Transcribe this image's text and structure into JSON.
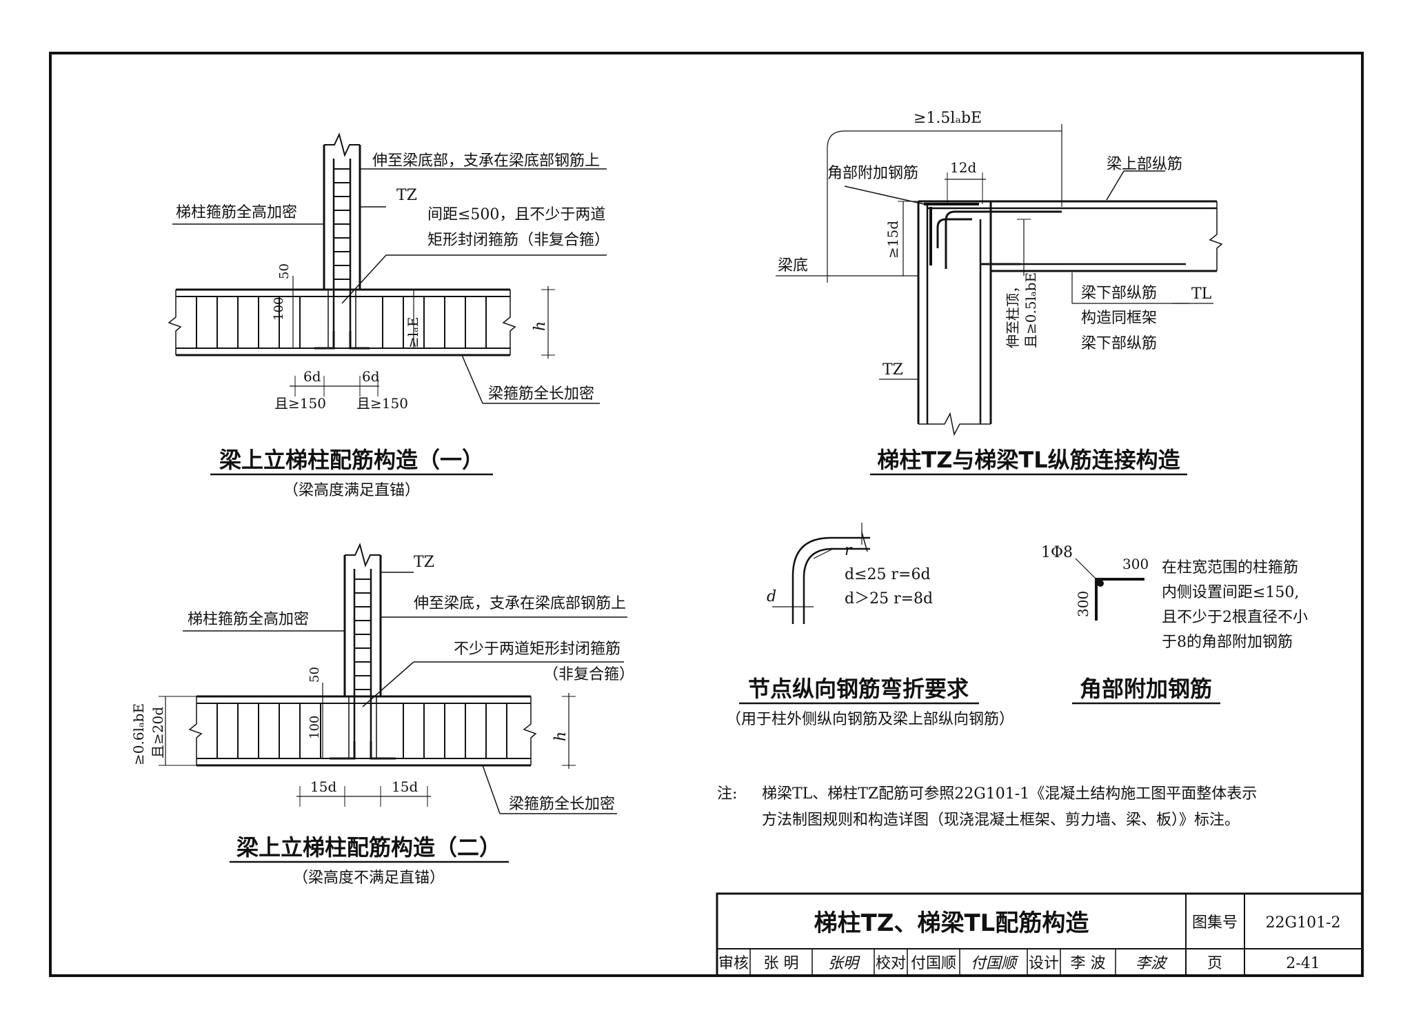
{
  "d1": {
    "title": "梁上立梯柱配筋构造（一）",
    "subtitle": "（梁高度满足直锚）",
    "labels": {
      "stirrup_dense": "梯柱箍筋全高加密",
      "extend": "伸至梁底部，支承在梁底部钢筋上",
      "tz": "TZ",
      "spacing1": "间距≤500，且不少于两道",
      "spacing2": "矩形封闭箍筋（非复合箍）",
      "d50": "50",
      "d100": "100",
      "lae": "≥lₐE",
      "h": "h",
      "six_d_left": "6d",
      "six_d_right": "6d",
      "ge150_left": "且≥150",
      "ge150_right": "且≥150",
      "beam_stirrup": "梁箍筋全长加密"
    }
  },
  "d2": {
    "title": "梁上立梯柱配筋构造（二）",
    "subtitle": "（梁高度不满足直锚）",
    "labels": {
      "tz": "TZ",
      "extend": "伸至梁底，支承在梁底部钢筋上",
      "stirrup_dense": "梯柱箍筋全高加密",
      "min_two1": "不少于两道矩形封闭箍筋",
      "min_two2": "（非复合箍）",
      "d50": "50",
      "d100": "100",
      "anchor1": "≥0.6lₐbE",
      "anchor2": "且≥20d",
      "h": "h",
      "fifteen_d_left": "15d",
      "fifteen_d_right": "15d",
      "beam_stirrup": "梁箍筋全长加密"
    }
  },
  "d3": {
    "title": "梯柱TZ与梯梁TL纵筋连接构造",
    "labels": {
      "lap": "≥1.5lₐbE",
      "corner_bar": "角部附加钢筋",
      "twelve_d": "12d",
      "beam_top": "梁上部纵筋",
      "fifteen_d": "≥15d",
      "beam_bottom_label": "梁底",
      "extend_top1": "伸至柱顶，",
      "extend_top2": "且≥0.5lₐbE",
      "bottom_bar1": "梁下部纵筋",
      "bottom_bar2": "构造同框架",
      "bottom_bar3": "梁下部纵筋",
      "tl": "TL",
      "tz": "TZ"
    }
  },
  "d4": {
    "title": "节点纵向钢筋弯折要求",
    "subtitle": "（用于柱外侧纵向钢筋及梁上部纵向钢筋）",
    "labels": {
      "r": "r",
      "d": "d",
      "rule1": "d≤25   r=6d",
      "rule2": "d＞25   r=8d"
    }
  },
  "d5": {
    "title": "角部附加钢筋",
    "labels": {
      "phi": "1Φ8",
      "len_h": "300",
      "len_v": "300",
      "note1": "在柱宽范围的柱箍筋",
      "note2": "内侧设置间距≤150,",
      "note3": "且不少于2根直径不小",
      "note4": "于8的角部附加钢筋"
    }
  },
  "note": {
    "prefix": "注:",
    "line1": "梯梁TL、梯柱TZ配筋可参照22G101-1《混凝土结构施工图平面整体表示",
    "line2": "方法制图规则和构造详图（现浇混凝土框架、剪力墙、梁、板）》标注。"
  },
  "titleblock": {
    "title": "梯柱TZ、梯梁TL配筋构造",
    "atlas_label": "图集号",
    "atlas_no": "22G101-2",
    "review_label": "审核",
    "reviewer": "张 明",
    "reviewer_sig": "张明",
    "check_label": "校对",
    "checker": "付国顺",
    "checker_sig": "付国顺",
    "design_label": "设计",
    "designer": "李 波",
    "designer_sig": "李波",
    "page_label": "页",
    "page_no": "2-41"
  }
}
